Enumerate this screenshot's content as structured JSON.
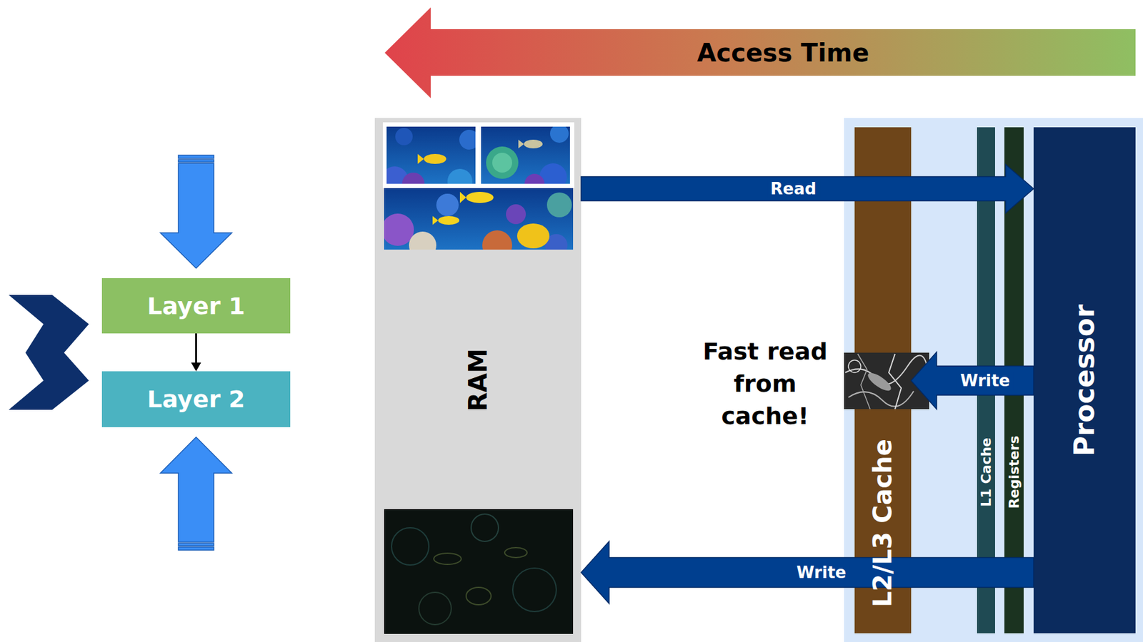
{
  "diagram": {
    "nodes": [
      {
        "text": [
          "Access Time"
        ]
      },
      {
        "text": [
          "Layer 1"
        ]
      },
      {
        "text": [
          "Layer 2"
        ]
      },
      {
        "text": [
          "RAM"
        ]
      },
      {
        "text": [
          "L2/L3 Cache"
        ]
      },
      {
        "text": [
          "L1 Cache"
        ]
      },
      {
        "text": [
          "Registers"
        ]
      },
      {
        "text": [
          "Processor"
        ]
      }
    ],
    "edges": [
      {
        "from": 1,
        "to": 2,
        "arrow": "to"
      },
      {
        "from": 3,
        "to": 7,
        "label": "Read",
        "arrow": "to"
      },
      {
        "from": 7,
        "to": 4,
        "label": "Write",
        "arrow": "to"
      },
      {
        "from": 7,
        "to": 3,
        "label": "Write",
        "arrow": "to"
      }
    ],
    "labels": [
      "Fast read from cache!"
    ]
  }
}
